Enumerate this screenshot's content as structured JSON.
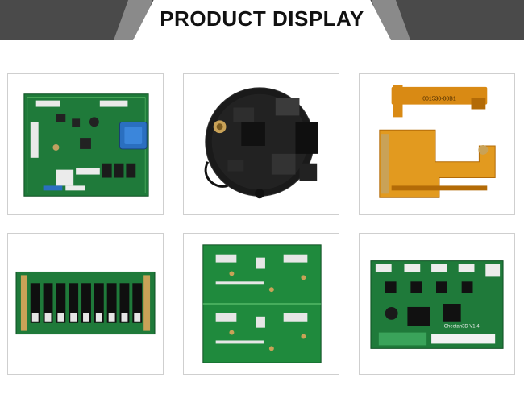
{
  "banner": {
    "title": "PRODUCT DISPLAY",
    "colors": {
      "dark": "#4a4a4a",
      "stripe": "#8a8a8a",
      "panel": "#ffffff",
      "text": "#111111"
    }
  },
  "gallery": {
    "items": [
      {
        "subject": "Green control PCB with blue transformer and relays"
      },
      {
        "subject": "Round black PCB assembly with connectors"
      },
      {
        "subject": "Orange flexible printed circuit"
      },
      {
        "subject": "Green PCB panel with gold fingers"
      },
      {
        "subject": "Green bare PCB panel"
      },
      {
        "subject": "Green controller board with terminals"
      }
    ],
    "board_labels": {
      "flex_marking": "001530-00B1",
      "controller_marking": "Cheetah3D V1.4"
    }
  }
}
